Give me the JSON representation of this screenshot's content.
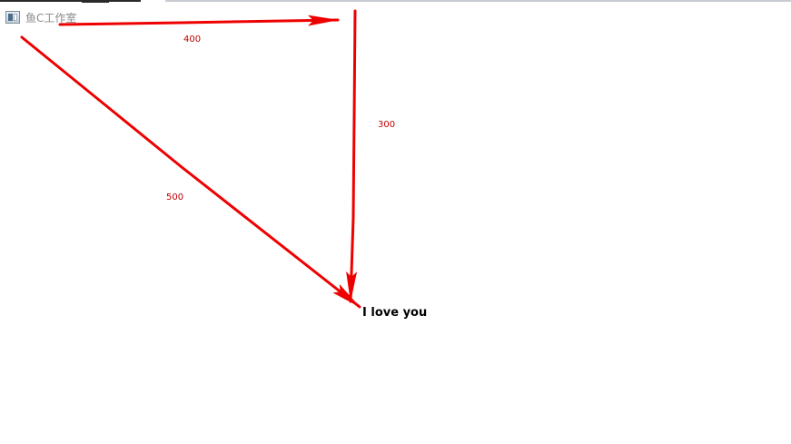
{
  "window": {
    "title": "鱼C工作室",
    "icon": "app-window-icon"
  },
  "drawing": {
    "stroke_color": "#ee0000",
    "label_color": "#c00000",
    "segments": [
      {
        "name": "top",
        "label": "400"
      },
      {
        "name": "right",
        "label": "300"
      },
      {
        "name": "diagonal",
        "label": "500"
      }
    ],
    "message": "I love you"
  }
}
